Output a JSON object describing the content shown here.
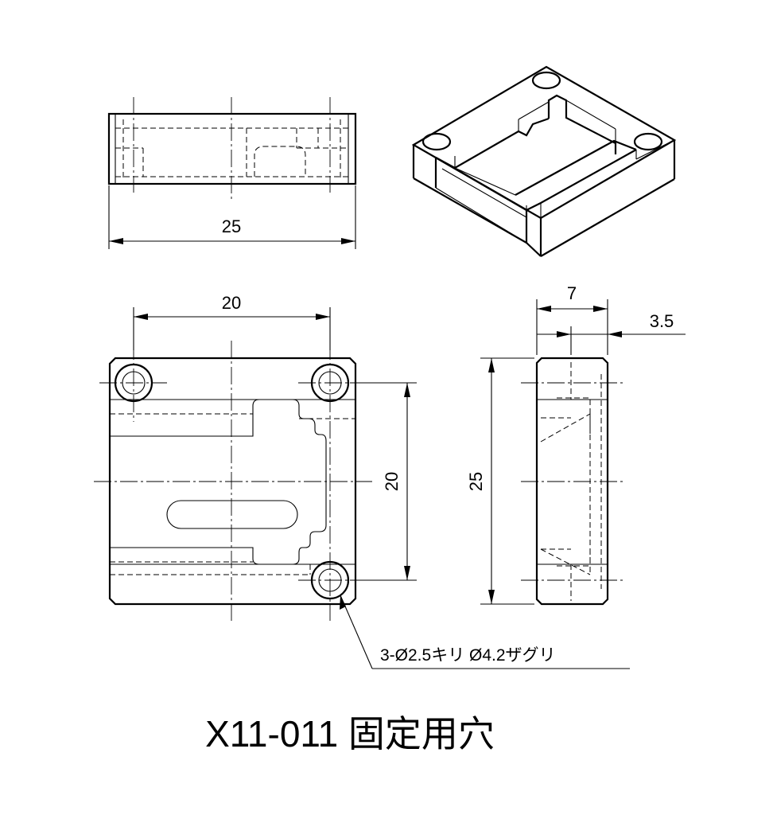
{
  "dimensions": {
    "top_width": "25",
    "front_hole_spacing_h": "20",
    "front_hole_spacing_v": "20",
    "side_height": "25",
    "side_depth": "7",
    "side_counterbore_depth": "3.5"
  },
  "hole_note": "3-Ø2.5キリ Ø4.2ザグリ",
  "title": "X11-011 固定用穴"
}
